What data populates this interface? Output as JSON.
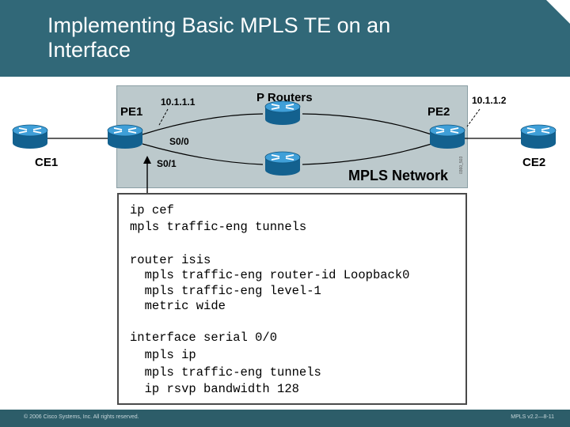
{
  "slide": {
    "title_line1": "Implementing Basic MPLS TE on an",
    "title_line2": "Interface"
  },
  "diagram": {
    "labels": {
      "pe1": "PE1",
      "pe2": "PE2",
      "ce1": "CE1",
      "ce2": "CE2",
      "p_routers": "P Routers",
      "pe1_ip": "10.1.1.1",
      "pe2_ip": "10.1.1.2",
      "s00": "S0/0",
      "s01": "S0/1",
      "mpls_network": "MPLS Network",
      "figure_id": "0360_503"
    },
    "colors": {
      "router_body": "#1b7fbd",
      "network_box": "#bcc9cc",
      "header": "#316878"
    }
  },
  "config": {
    "line1": "ip cef",
    "line2": "mpls traffic-eng tunnels",
    "line3": "router isis",
    "line4": "  mpls traffic-eng router-id Loopback0",
    "line5": "  mpls traffic-eng level-1",
    "line6": "  metric wide",
    "line7": "interface serial 0/0",
    "line8": "  mpls ip",
    "line9": "  mpls traffic-eng tunnels",
    "line10": "  ip rsvp bandwidth 128"
  },
  "footer": {
    "copyright": "© 2006 Cisco Systems, Inc. All rights reserved.",
    "course_id": "MPLS v2.2—8-11"
  }
}
